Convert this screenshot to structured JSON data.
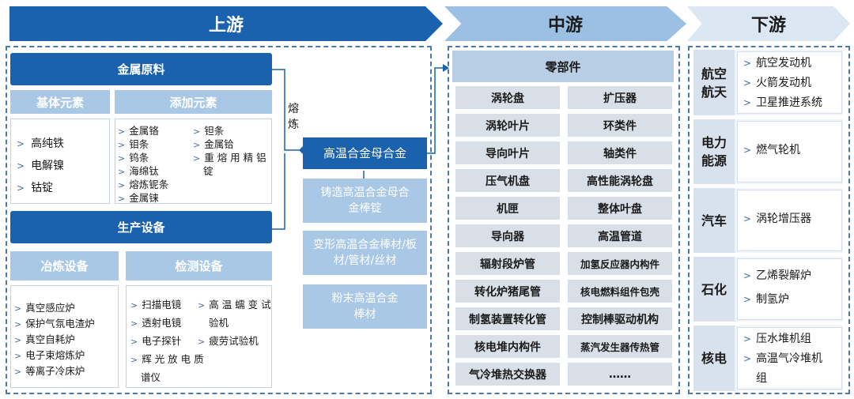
{
  "stages": {
    "upstream": "上游",
    "midstream": "中游",
    "downstream": "下游"
  },
  "upstream": {
    "raw_materials": {
      "title": "金属原料",
      "base_title": "基体元素",
      "add_title": "添加元素",
      "base_items": [
        "高纯铁",
        "电解镍",
        "钴锭"
      ],
      "add_items_col1": [
        "金属铬",
        "钼条",
        "钨条",
        "海绵钛",
        "熔炼铌条",
        "金属铼"
      ],
      "add_items_col2": [
        "钽条",
        "金属铪"
      ],
      "add_item_wrap": [
        "重 熔 用 精 铝",
        "锭"
      ]
    },
    "equipment": {
      "title": "生产设备",
      "smelt_title": "冶炼设备",
      "test_title": "检测设备",
      "smelt_items": [
        "真空感应炉",
        "保护气氛电渣炉",
        "真空自耗炉",
        "电子束熔炼炉",
        "等离子冷床炉"
      ],
      "test_items_col1": [
        "扫描电镜",
        "透射电镜",
        "电子探针",
        "辉 光 放 电 质",
        "谱仪"
      ],
      "test_items_col2": [
        "高 温 蠕 变 试",
        "验机",
        "疲劳试验机"
      ]
    },
    "smelting_label": [
      "熔",
      "炼"
    ],
    "materials": {
      "main": "高温合金母合金",
      "cast": [
        "铸造高温合金母合",
        "金棒锭"
      ],
      "wrought": [
        "变形高温合金棒材/板",
        "材/管材/丝材"
      ],
      "powder": [
        "粉末高温合金",
        "棒材"
      ]
    }
  },
  "midstream": {
    "title": "零部件",
    "parts": [
      [
        "涡轮盘",
        "扩压器"
      ],
      [
        "涡轮叶片",
        "环类件"
      ],
      [
        "导向叶片",
        "轴类件"
      ],
      [
        "压气机盘",
        "高性能涡轮盘"
      ],
      [
        "机匣",
        "整体叶盘"
      ],
      [
        "导向器",
        "高温管道"
      ],
      [
        "辐射段炉管",
        "加氢反应器内构件"
      ],
      [
        "转化炉猪尾管",
        "核电燃料组件包壳"
      ],
      [
        "制氢装置转化管",
        "控制棒驱动机构"
      ],
      [
        "核电堆内构件",
        "蒸汽发生器传热管"
      ],
      [
        "气冷堆热交换器",
        "……"
      ]
    ]
  },
  "downstream": {
    "rows": [
      {
        "category": [
          "航空",
          "航天"
        ],
        "items": [
          "航空发动机",
          "火箭发动机",
          "卫星推进系统"
        ]
      },
      {
        "category": [
          "电力",
          "能源"
        ],
        "items": [
          "燃气轮机"
        ]
      },
      {
        "category": [
          "汽车"
        ],
        "items": [
          "涡轮增压器"
        ]
      },
      {
        "category": [
          "石化"
        ],
        "items": [
          "乙烯裂解炉",
          "制氢炉"
        ]
      },
      {
        "category": [
          "核电"
        ],
        "items": [
          "压水堆机组",
          "高温气冷堆机",
          "组"
        ]
      }
    ]
  },
  "caret": ">",
  "colors": {
    "dark_blue": "#1a62ad",
    "light_blue": "#a9c8e6",
    "part_gray": "#d9dfe6"
  }
}
